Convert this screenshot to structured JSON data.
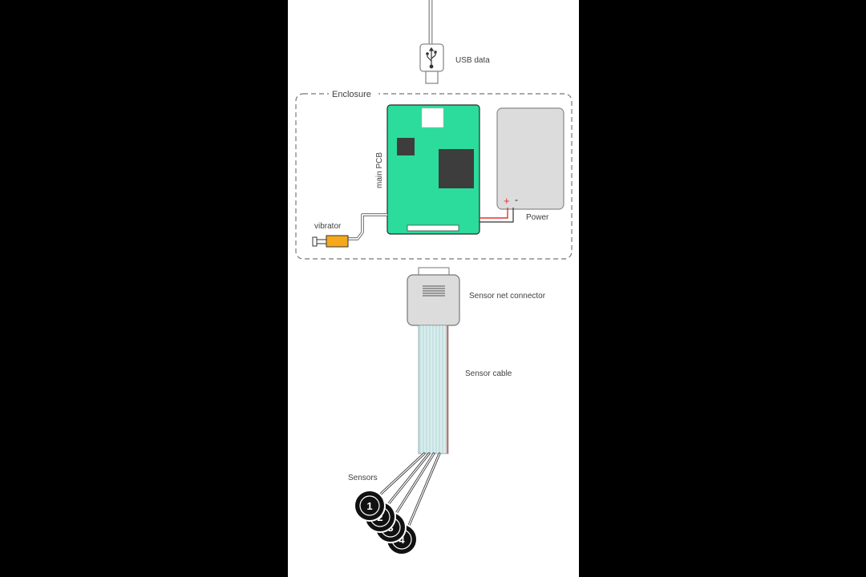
{
  "labels": {
    "usb": "USB data",
    "enclosure": "Enclosure",
    "main_pcb": "main PCB",
    "vibrator": "vibrator",
    "power": "Power",
    "power_plus": "+",
    "power_minus": "-",
    "connector": "Sensor net connector",
    "cable": "Sensor cable",
    "sensors": "Sensors"
  },
  "sensors": [
    "1",
    "2",
    "3",
    "4"
  ],
  "colors": {
    "panel": "#ffffff",
    "letterbox": "#000000",
    "pcb": "#2bdc9c",
    "chip": "#3d3d3d",
    "battery": "#dcdcdc",
    "vibrator": "#f5a81c",
    "cable": "#c5e2e2",
    "positive": "#e8322e",
    "sensor_disc": "#111111"
  },
  "icons": [
    "usb-icon"
  ]
}
